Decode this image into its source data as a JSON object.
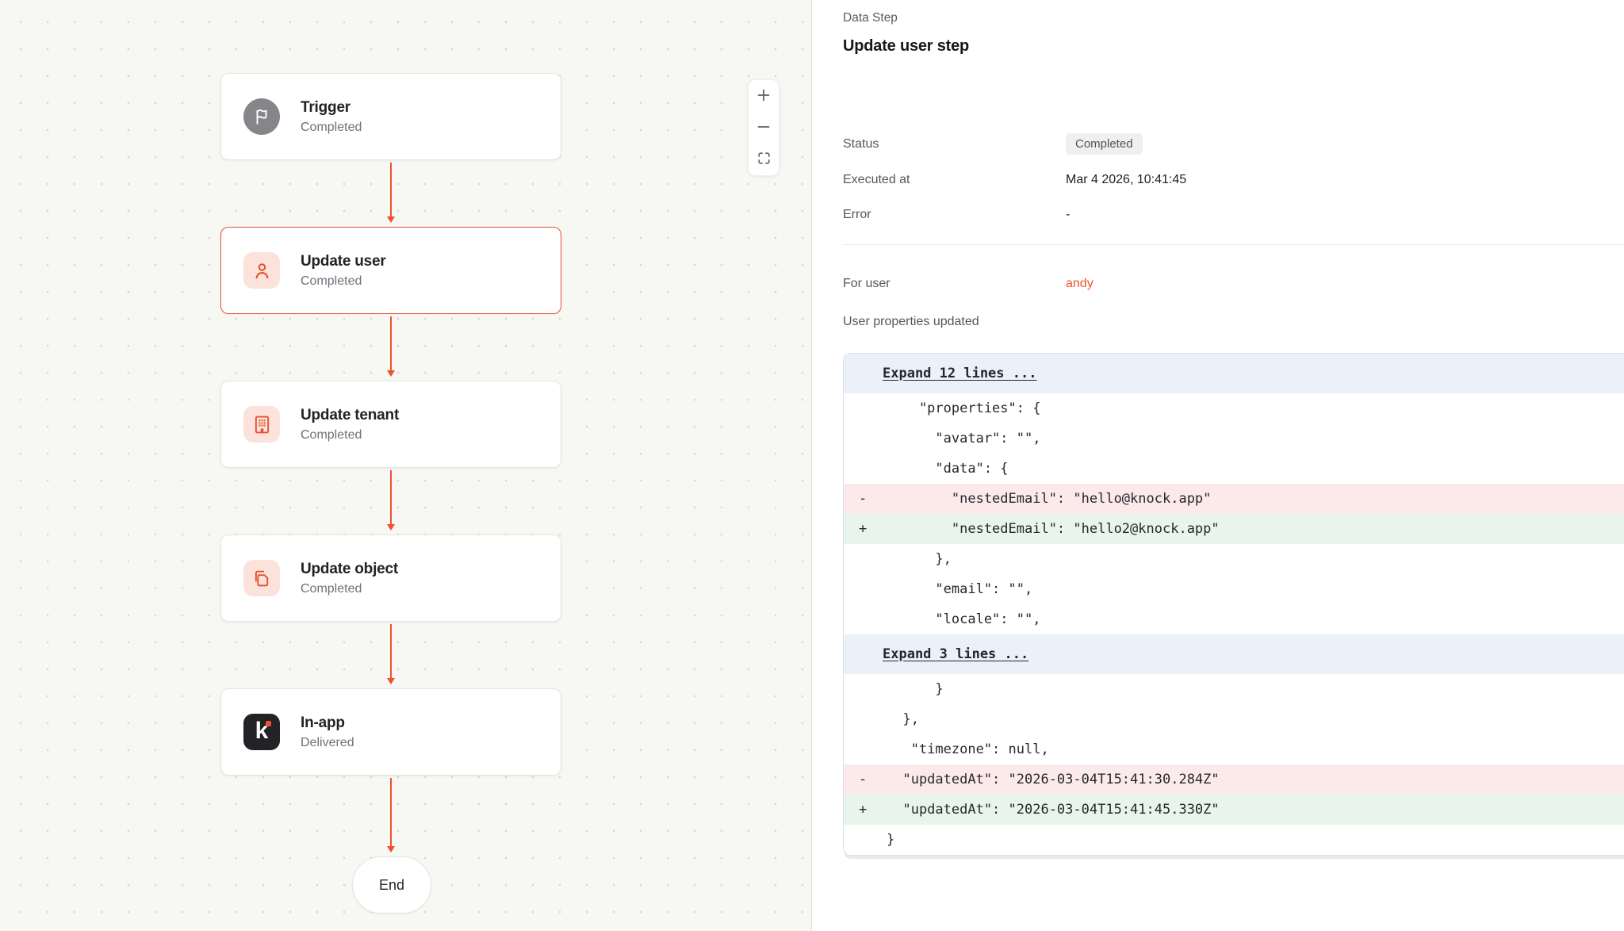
{
  "workflow": {
    "nodes": [
      {
        "title": "Trigger",
        "status": "Completed",
        "icon": "flag-icon",
        "kind": "trigger",
        "selected": false
      },
      {
        "title": "Update user",
        "status": "Completed",
        "icon": "user-icon",
        "kind": "data",
        "selected": true
      },
      {
        "title": "Update tenant",
        "status": "Completed",
        "icon": "building-icon",
        "kind": "data",
        "selected": false
      },
      {
        "title": "Update object",
        "status": "Completed",
        "icon": "copy-icon",
        "kind": "data",
        "selected": false
      },
      {
        "title": "In-app",
        "status": "Delivered",
        "icon": "knock-icon",
        "kind": "channel",
        "selected": false
      }
    ],
    "end_label": "End",
    "zoom_controls": [
      "plus-icon",
      "minus-icon",
      "fit-view-icon"
    ]
  },
  "panel": {
    "eyebrow": "Data Step",
    "title": "Update user step",
    "fields": [
      {
        "label": "Status",
        "value": "Completed",
        "type": "badge"
      },
      {
        "label": "Executed at",
        "value": "Mar 4 2026, 10:41:45",
        "type": "text"
      },
      {
        "label": "Error",
        "value": "-",
        "type": "text"
      }
    ],
    "user_field": {
      "label": "For user",
      "value": "andy"
    },
    "diff_label": "User properties updated",
    "diff": {
      "lines": [
        {
          "type": "expand",
          "text": "Expand 12 lines ..."
        },
        {
          "type": "context",
          "text": "    \"properties\": {"
        },
        {
          "type": "context",
          "text": "      \"avatar\": \"\","
        },
        {
          "type": "context",
          "text": "      \"data\": {"
        },
        {
          "type": "removed",
          "text": "        \"nestedEmail\": \"hello@knock.app\""
        },
        {
          "type": "added",
          "text": "        \"nestedEmail\": \"hello2@knock.app\""
        },
        {
          "type": "context",
          "text": "      },"
        },
        {
          "type": "context",
          "text": "      \"email\": \"\","
        },
        {
          "type": "context",
          "text": "      \"locale\": \"\","
        },
        {
          "type": "expand",
          "text": "Expand 3 lines ..."
        },
        {
          "type": "context",
          "text": "      }"
        },
        {
          "type": "context",
          "text": "  },"
        },
        {
          "type": "context",
          "text": "   \"timezone\": null,"
        },
        {
          "type": "removed",
          "text": "  \"updatedAt\": \"2026-03-04T15:41:30.284Z\""
        },
        {
          "type": "added",
          "text": "  \"updatedAt\": \"2026-03-04T15:41:45.330Z\""
        },
        {
          "type": "context",
          "text": "}"
        }
      ]
    }
  },
  "colors": {
    "accent": "#F0502F",
    "removed_bg": "#FCEAEA",
    "added_bg": "#E8F5EC",
    "expand_bg": "#EAF1F9",
    "status_badge_bg": "#EFEFF0"
  }
}
